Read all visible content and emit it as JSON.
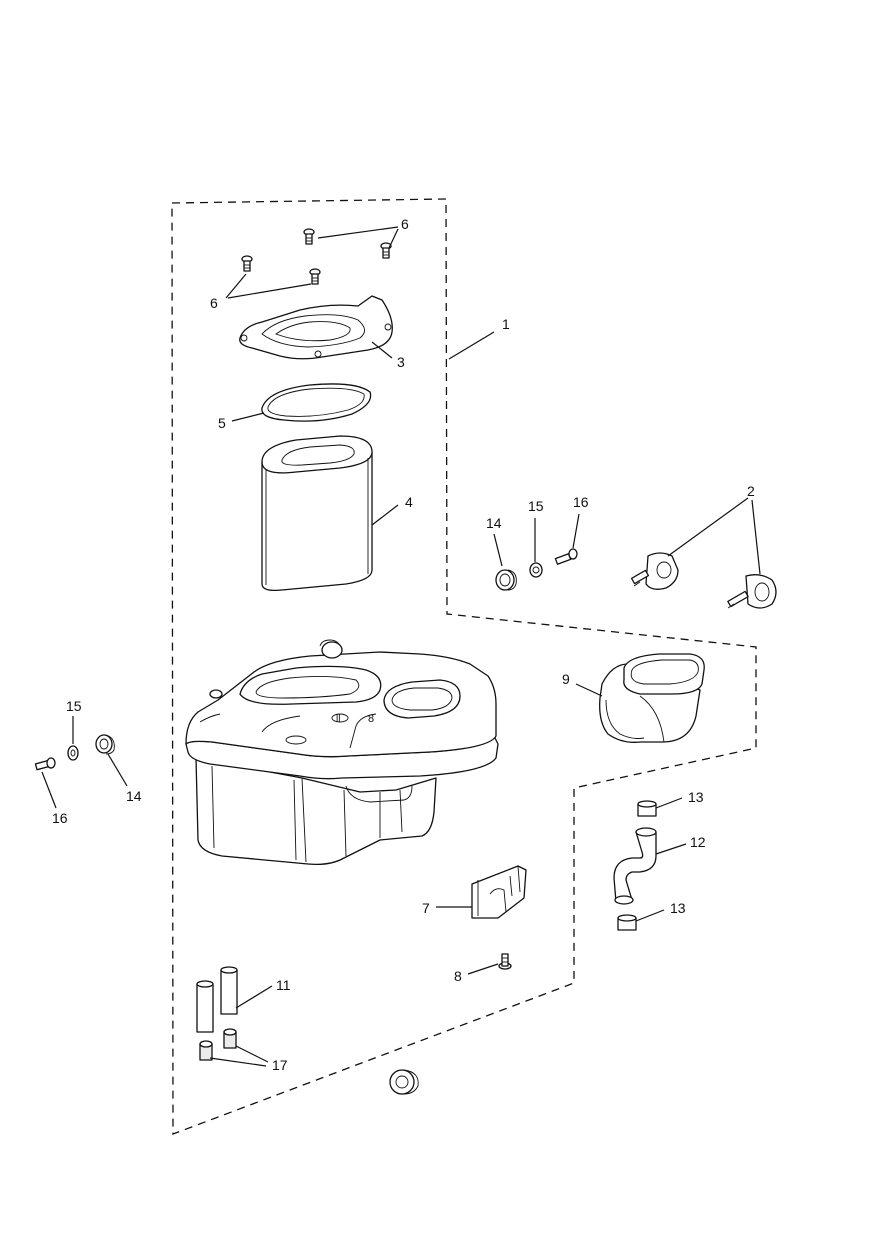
{
  "callouts": {
    "c1": "1",
    "c2": "2",
    "c3": "3",
    "c4": "4",
    "c5": "5",
    "c6a": "6",
    "c6b": "6",
    "c7": "7",
    "c8": "8",
    "c9": "9",
    "c11": "11",
    "c12": "12",
    "c13a": "13",
    "c13b": "13",
    "c14a": "14",
    "c14b": "14",
    "c15a": "15",
    "c15b": "15",
    "c16a": "16",
    "c16b": "16",
    "c17": "17"
  },
  "colors": {
    "line": "#111111",
    "background": "#ffffff"
  }
}
